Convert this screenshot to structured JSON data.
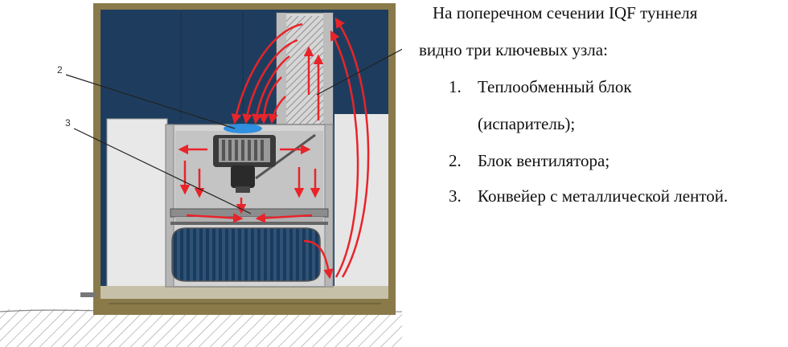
{
  "diagram": {
    "callouts": [
      "2",
      "3"
    ],
    "colors": {
      "frame": "#8a7a4a",
      "panel_dark": "#1e3d5e",
      "panel_light": "#e8e8e8",
      "airflow": "#e8242a",
      "fan_blue": "#2f8fe0",
      "ground_hatch": "#999999"
    }
  },
  "text": {
    "intro_line1": "На поперечном сечении IQF туннеля",
    "intro_line2": "видно три ключевых узла:",
    "items": [
      {
        "num": "1.",
        "label": "Теплообменный блок",
        "label2": "(испаритель);"
      },
      {
        "num": "2.",
        "label": "Блок вентилятора;"
      },
      {
        "num": "3.",
        "label": "Конвейер с металлической лентой."
      }
    ]
  }
}
